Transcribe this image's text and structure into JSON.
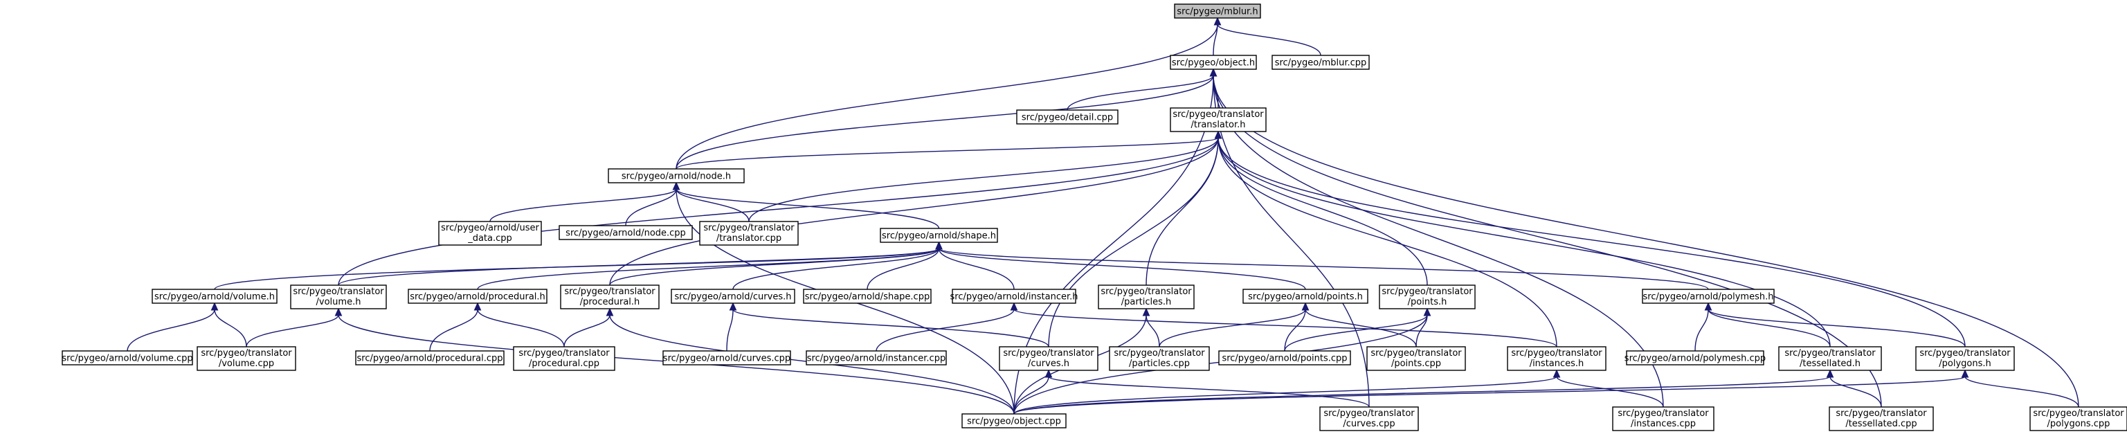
{
  "colors": {
    "edge": "#191970",
    "root_fill": "#bfbfbf",
    "node_fill": "#ffffff"
  },
  "nodes": [
    {
      "id": "mblur_h",
      "lines": [
        "src/pygeo/mblur.h"
      ],
      "root": true
    },
    {
      "id": "object_h",
      "lines": [
        "src/pygeo/object.h"
      ]
    },
    {
      "id": "mblur_cpp",
      "lines": [
        "src/pygeo/mblur.cpp"
      ]
    },
    {
      "id": "detail_cpp",
      "lines": [
        "src/pygeo/detail.cpp"
      ]
    },
    {
      "id": "translator_h",
      "lines": [
        "src/pygeo/translator",
        "/translator.h"
      ]
    },
    {
      "id": "node_h",
      "lines": [
        "src/pygeo/arnold/node.h"
      ]
    },
    {
      "id": "user_data_cpp",
      "lines": [
        "src/pygeo/arnold/user",
        "_data.cpp"
      ]
    },
    {
      "id": "node_cpp",
      "lines": [
        "src/pygeo/arnold/node.cpp"
      ]
    },
    {
      "id": "translator_cpp",
      "lines": [
        "src/pygeo/translator",
        "/translator.cpp"
      ]
    },
    {
      "id": "shape_h",
      "lines": [
        "src/pygeo/arnold/shape.h"
      ]
    },
    {
      "id": "volume_h",
      "lines": [
        "src/pygeo/arnold/volume.h"
      ]
    },
    {
      "id": "tvolume_h",
      "lines": [
        "src/pygeo/translator",
        "/volume.h"
      ]
    },
    {
      "id": "procedural_h",
      "lines": [
        "src/pygeo/arnold/procedural.h"
      ]
    },
    {
      "id": "tprocedural_h",
      "lines": [
        "src/pygeo/translator",
        "/procedural.h"
      ]
    },
    {
      "id": "curves_h",
      "lines": [
        "src/pygeo/arnold/curves.h"
      ]
    },
    {
      "id": "shape_cpp",
      "lines": [
        "src/pygeo/arnold/shape.cpp"
      ]
    },
    {
      "id": "instancer_h",
      "lines": [
        "src/pygeo/arnold/instancer.h"
      ]
    },
    {
      "id": "tparticles_h",
      "lines": [
        "src/pygeo/translator",
        "/particles.h"
      ]
    },
    {
      "id": "points_h",
      "lines": [
        "src/pygeo/arnold/points.h"
      ]
    },
    {
      "id": "tpoints_h",
      "lines": [
        "src/pygeo/translator",
        "/points.h"
      ]
    },
    {
      "id": "polymesh_h",
      "lines": [
        "src/pygeo/arnold/polymesh.h"
      ]
    },
    {
      "id": "volume_cpp",
      "lines": [
        "src/pygeo/arnold/volume.cpp"
      ]
    },
    {
      "id": "tvolume_cpp",
      "lines": [
        "src/pygeo/translator",
        "/volume.cpp"
      ]
    },
    {
      "id": "procedural_cpp",
      "lines": [
        "src/pygeo/arnold/procedural.cpp"
      ]
    },
    {
      "id": "tprocedural_cpp",
      "lines": [
        "src/pygeo/translator",
        "/procedural.cpp"
      ]
    },
    {
      "id": "curves_cpp",
      "lines": [
        "src/pygeo/arnold/curves.cpp"
      ]
    },
    {
      "id": "instancer_cpp",
      "lines": [
        "src/pygeo/arnold/instancer.cpp"
      ]
    },
    {
      "id": "tcurves_h",
      "lines": [
        "src/pygeo/translator",
        "/curves.h"
      ]
    },
    {
      "id": "tparticles_cpp",
      "lines": [
        "src/pygeo/translator",
        "/particles.cpp"
      ]
    },
    {
      "id": "points_cpp",
      "lines": [
        "src/pygeo/arnold/points.cpp"
      ]
    },
    {
      "id": "tpoints_cpp",
      "lines": [
        "src/pygeo/translator",
        "/points.cpp"
      ]
    },
    {
      "id": "tinstances_h",
      "lines": [
        "src/pygeo/translator",
        "/instances.h"
      ]
    },
    {
      "id": "polymesh_cpp",
      "lines": [
        "src/pygeo/arnold/polymesh.cpp"
      ]
    },
    {
      "id": "ttessellated_h",
      "lines": [
        "src/pygeo/translator",
        "/tessellated.h"
      ]
    },
    {
      "id": "tpolygons_h",
      "lines": [
        "src/pygeo/translator",
        "/polygons.h"
      ]
    },
    {
      "id": "object_cpp",
      "lines": [
        "src/pygeo/object.cpp"
      ]
    },
    {
      "id": "tcurves_cpp",
      "lines": [
        "src/pygeo/translator",
        "/curves.cpp"
      ]
    },
    {
      "id": "tinstances_cpp",
      "lines": [
        "src/pygeo/translator",
        "/instances.cpp"
      ]
    },
    {
      "id": "ttessellated_cpp",
      "lines": [
        "src/pygeo/translator",
        "/tessellated.cpp"
      ]
    },
    {
      "id": "tpolygons_cpp",
      "lines": [
        "src/pygeo/translator",
        "/polygons.cpp"
      ]
    }
  ],
  "edges": [
    [
      "mblur_h",
      "object_h"
    ],
    [
      "mblur_h",
      "mblur_cpp"
    ],
    [
      "mblur_h",
      "node_h"
    ],
    [
      "object_h",
      "detail_cpp"
    ],
    [
      "object_h",
      "translator_h"
    ],
    [
      "object_h",
      "node_h"
    ],
    [
      "object_h",
      "object_cpp"
    ],
    [
      "object_h",
      "tcurves_cpp"
    ],
    [
      "object_h",
      "tinstances_cpp"
    ],
    [
      "object_h",
      "ttessellated_cpp"
    ],
    [
      "object_h",
      "tpolygons_cpp"
    ],
    [
      "translator_h",
      "node_h"
    ],
    [
      "translator_h",
      "translator_cpp"
    ],
    [
      "translator_h",
      "tvolume_h"
    ],
    [
      "translator_h",
      "tprocedural_h"
    ],
    [
      "translator_h",
      "tparticles_h"
    ],
    [
      "translator_h",
      "tcurves_h"
    ],
    [
      "translator_h",
      "tpoints_h"
    ],
    [
      "translator_h",
      "tinstances_h"
    ],
    [
      "translator_h",
      "ttessellated_h"
    ],
    [
      "translator_h",
      "tpolygons_h"
    ],
    [
      "node_h",
      "user_data_cpp"
    ],
    [
      "node_h",
      "node_cpp"
    ],
    [
      "node_h",
      "translator_cpp"
    ],
    [
      "node_h",
      "shape_h"
    ],
    [
      "node_h",
      "object_cpp"
    ],
    [
      "shape_h",
      "volume_h"
    ],
    [
      "shape_h",
      "tvolume_h"
    ],
    [
      "shape_h",
      "procedural_h"
    ],
    [
      "shape_h",
      "tprocedural_h"
    ],
    [
      "shape_h",
      "curves_h"
    ],
    [
      "shape_h",
      "shape_cpp"
    ],
    [
      "shape_h",
      "instancer_h"
    ],
    [
      "shape_h",
      "points_h"
    ],
    [
      "shape_h",
      "polymesh_h"
    ],
    [
      "volume_h",
      "volume_cpp"
    ],
    [
      "volume_h",
      "tvolume_cpp"
    ],
    [
      "tvolume_h",
      "tvolume_cpp"
    ],
    [
      "tvolume_h",
      "object_cpp"
    ],
    [
      "procedural_h",
      "procedural_cpp"
    ],
    [
      "procedural_h",
      "tprocedural_cpp"
    ],
    [
      "tprocedural_h",
      "tprocedural_cpp"
    ],
    [
      "tprocedural_h",
      "object_cpp"
    ],
    [
      "curves_h",
      "curves_cpp"
    ],
    [
      "curves_h",
      "tcurves_h"
    ],
    [
      "instancer_h",
      "instancer_cpp"
    ],
    [
      "instancer_h",
      "tinstances_h"
    ],
    [
      "tparticles_h",
      "tparticles_cpp"
    ],
    [
      "tparticles_h",
      "object_cpp"
    ],
    [
      "points_h",
      "tparticles_cpp"
    ],
    [
      "points_h",
      "points_cpp"
    ],
    [
      "points_h",
      "tpoints_cpp"
    ],
    [
      "tpoints_h",
      "points_cpp"
    ],
    [
      "tpoints_h",
      "tpoints_cpp"
    ],
    [
      "tpoints_h",
      "object_cpp"
    ],
    [
      "polymesh_h",
      "polymesh_cpp"
    ],
    [
      "polymesh_h",
      "ttessellated_h"
    ],
    [
      "polymesh_h",
      "tpolygons_h"
    ],
    [
      "tcurves_h",
      "object_cpp"
    ],
    [
      "tcurves_h",
      "tcurves_cpp"
    ],
    [
      "tinstances_h",
      "object_cpp"
    ],
    [
      "tinstances_h",
      "tinstances_cpp"
    ],
    [
      "ttessellated_h",
      "object_cpp"
    ],
    [
      "ttessellated_h",
      "ttessellated_cpp"
    ],
    [
      "tpolygons_h",
      "object_cpp"
    ],
    [
      "tpolygons_h",
      "tpolygons_cpp"
    ]
  ]
}
